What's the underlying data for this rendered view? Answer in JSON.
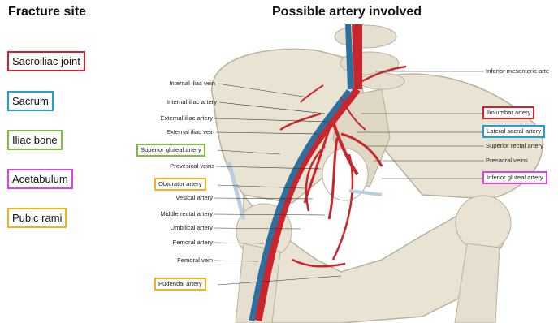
{
  "headings": {
    "left": "Fracture site",
    "right": "Possible artery involved"
  },
  "colors": {
    "red": "#d61f2c",
    "blue": "#1ea0dc",
    "green": "#7fbf3f",
    "magenta": "#e040e8",
    "yellow": "#f2b21b",
    "bone": "#e8e3d3",
    "artery": "#c8262c",
    "vein": "#2d6f9e"
  },
  "fracture_sites": [
    {
      "label": "Sacroiliac joint",
      "color": "red"
    },
    {
      "label": "Sacrum",
      "color": "blue"
    },
    {
      "label": "Iliac bone",
      "color": "green"
    },
    {
      "label": "Acetabulum",
      "color": "magenta"
    },
    {
      "label": "Pubic rami",
      "color": "yellow"
    }
  ],
  "labels_left": [
    {
      "text": "Internal iliac vein"
    },
    {
      "text": "Internal iliac artery"
    },
    {
      "text": "External iliac artery"
    },
    {
      "text": "External iliac vein"
    },
    {
      "text": "Superior gluteal artery",
      "box": "green"
    },
    {
      "text": "Prevesical veins"
    },
    {
      "text": "Obturator artery",
      "box": "yellow"
    },
    {
      "text": "Vesical artery"
    },
    {
      "text": "Middle rectal artery"
    },
    {
      "text": "Umbilical artery"
    },
    {
      "text": "Femoral artery"
    },
    {
      "text": "Femoral vein"
    },
    {
      "text": "Pudendal artery",
      "box": "yellow"
    }
  ],
  "labels_right": [
    {
      "text": "Inferior mesenteric arte"
    },
    {
      "text": "Iliolumbar artery",
      "box": "red"
    },
    {
      "text": "Lateral sacral artery",
      "box": "blue"
    },
    {
      "text": "Superior rectal artery"
    },
    {
      "text": "Presacral veins"
    },
    {
      "text": "Inferior gluteal artery",
      "box": "magenta"
    }
  ]
}
